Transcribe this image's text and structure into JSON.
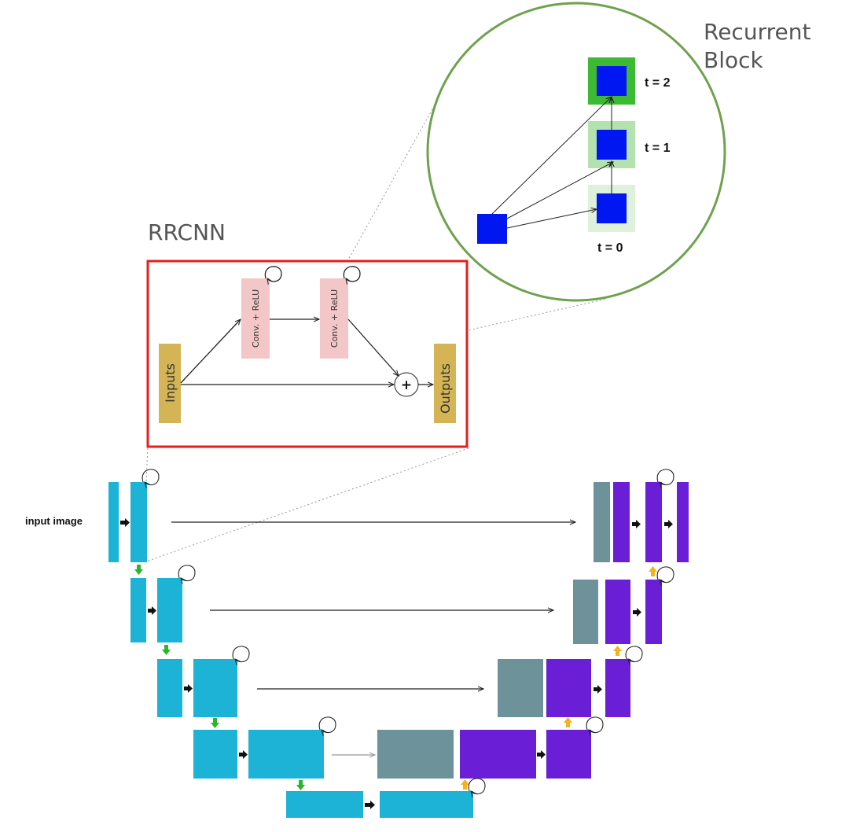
{
  "labels": {
    "recurrent_block": [
      "Recurrent",
      "Block"
    ],
    "rrcnn": "RRCNN",
    "input_image": "input image",
    "t0": "t = 0",
    "t1": "t = 1",
    "t2": "t = 2",
    "inputs": "Inputs",
    "outputs": "Outputs",
    "conv1": "Conv. + ReLU",
    "conv2": "Conv. + ReLU",
    "plus": "+"
  },
  "colors": {
    "encoder": "#1db3d6",
    "decoder": "#6a1fd6",
    "skip": "#6e9299",
    "conv": "#f3c7c7",
    "io": "#d4b455",
    "recurrent_circle": "#6ea24e",
    "rrcnn_frame": "#e61e1e",
    "blue_unit": "#0017f2",
    "green_t2": "#3dba33",
    "green_t1": "#b4e2af",
    "green_t0": "#dff0db",
    "down_arrow": "#2cb52c",
    "up_arrow": "#f2b31e"
  }
}
